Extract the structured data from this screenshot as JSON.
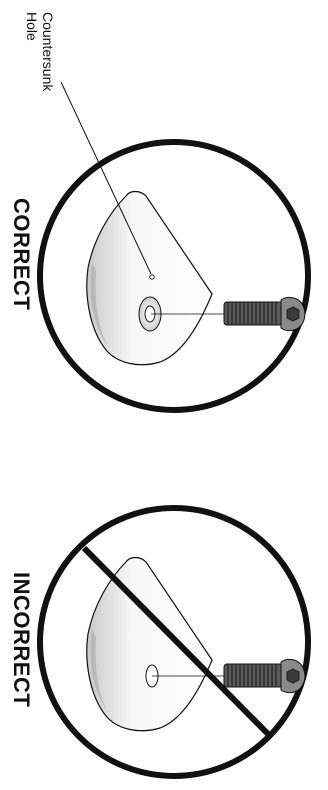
{
  "correct_panel": {
    "status_label": "CORRECT",
    "callout": {
      "line1": "Countersunk",
      "line2": "Hole"
    }
  },
  "incorrect_panel": {
    "status_label": "INCORRECT"
  },
  "colors": {
    "ink": "#111111",
    "part_fill": "#f2f2f2",
    "part_shadow": "#b9b9b9",
    "screw_thread": "#4a4a4a"
  },
  "icons": [
    "screw-icon",
    "prohibited-icon"
  ]
}
